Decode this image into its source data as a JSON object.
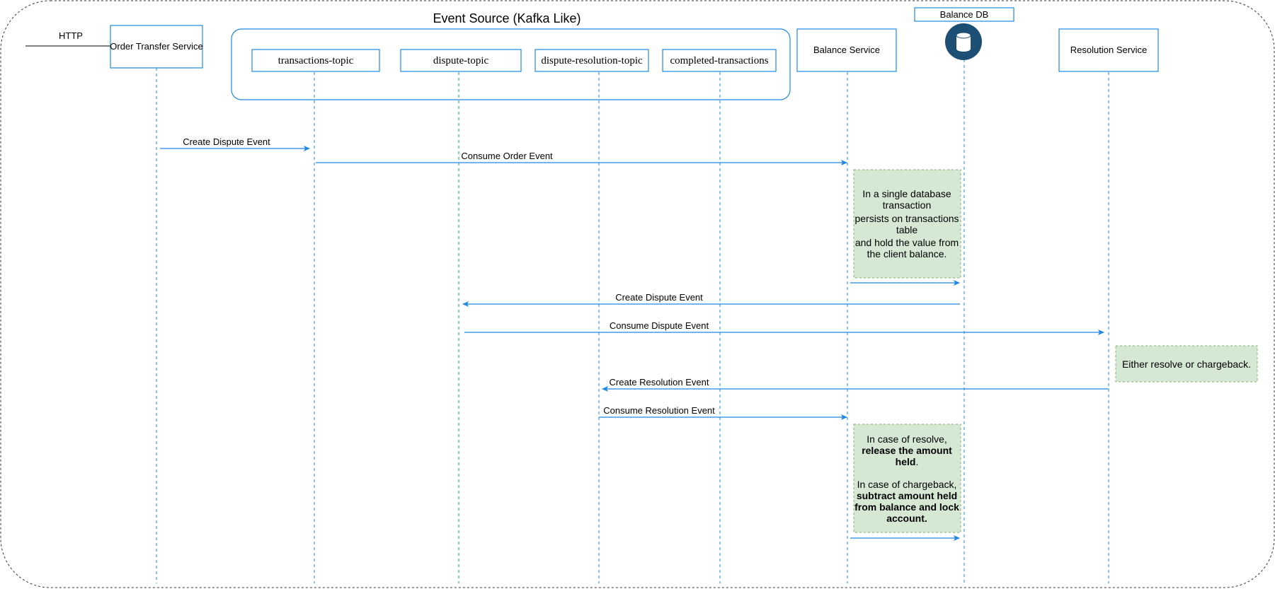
{
  "diagram": {
    "title": "Event Source (Kafka Like)",
    "http_label": "HTTP",
    "participants": {
      "order_transfer": "Order Transfer Service",
      "balance_service": "Balance Service",
      "balance_db": "Balance DB",
      "resolution_service": "Resolution Service"
    },
    "topics": {
      "transactions": "transactions-topic",
      "dispute": "dispute-topic",
      "dispute_resolution": "dispute-resolution-topic",
      "completed": "completed-transactions"
    },
    "messages": {
      "create_dispute_1": "Create Dispute Event",
      "consume_order": "Consume Order Event",
      "create_dispute_2": "Create Dispute Event",
      "consume_dispute": "Consume Dispute Event",
      "create_resolution": "Create Resolution Event",
      "consume_resolution": "Consume Resolution Event"
    },
    "notes": {
      "db_transaction": [
        "In a single database",
        "transaction",
        "persists on transactions",
        "table",
        "and hold the value from",
        "the client balance."
      ],
      "resolve_or_chargeback": "Either resolve or chargeback.",
      "resolve_line1": "In case of resolve,",
      "resolve_bold1": "release the amount",
      "resolve_bold2": "held",
      "resolve_tail": ".",
      "chargeback_line1": "In case of chargeback,",
      "chargeback_bold1": "subtract amount held",
      "chargeback_bold2": "from balance and lock",
      "chargeback_bold3": "account."
    },
    "colors": {
      "accent": "#1e88e5",
      "lifeline": "#1e88e5",
      "note_fill": "#d5e8d4",
      "note_border": "#82b366",
      "db_fill": "#1d4e74"
    }
  }
}
